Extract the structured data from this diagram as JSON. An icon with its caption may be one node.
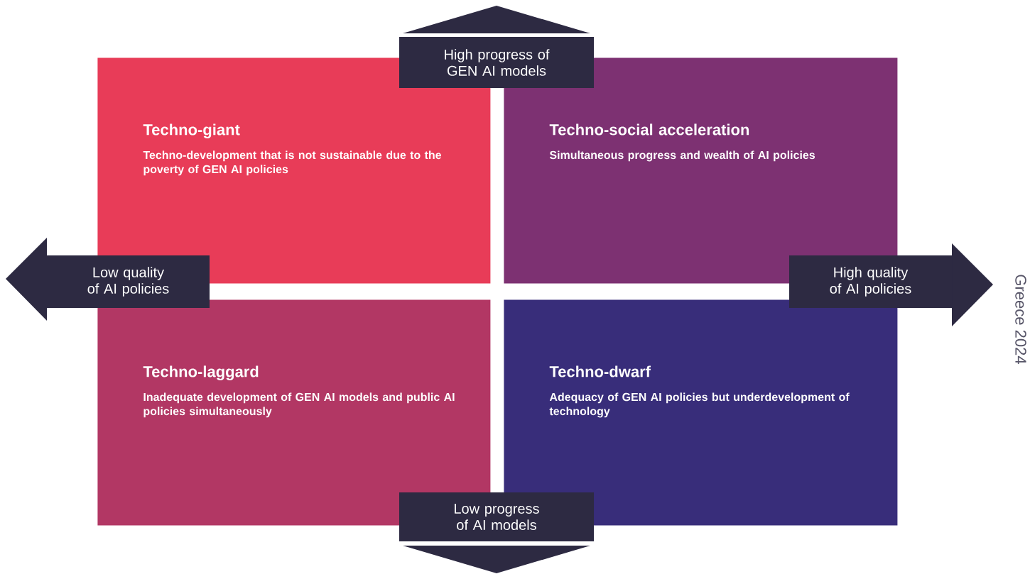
{
  "diagram": {
    "nodes": [
      {
        "text": [
          "Techno-giant",
          "Techno-development that is not sustainable due to the poverty of GEN AI policies"
        ]
      },
      {
        "text": [
          "Techno-social acceleration",
          "Simultaneous progress and wealth of AI policies"
        ]
      },
      {
        "text": [
          "Techno-laggard",
          "Inadequate development of GEN AI models and public AI policies simultaneously"
        ]
      },
      {
        "text": [
          "Techno-dwarf",
          "Adequacy of GEN AI policies but underdevelopment of technology"
        ]
      },
      {
        "text": [
          "High progress of GEN AI models"
        ]
      },
      {
        "text": [
          "Low quality of AI policies"
        ]
      },
      {
        "text": [
          "High quality of AI policies"
        ]
      },
      {
        "text": [
          "Low progress of AI models"
        ]
      }
    ],
    "labels": [
      "Greece 2024"
    ]
  }
}
